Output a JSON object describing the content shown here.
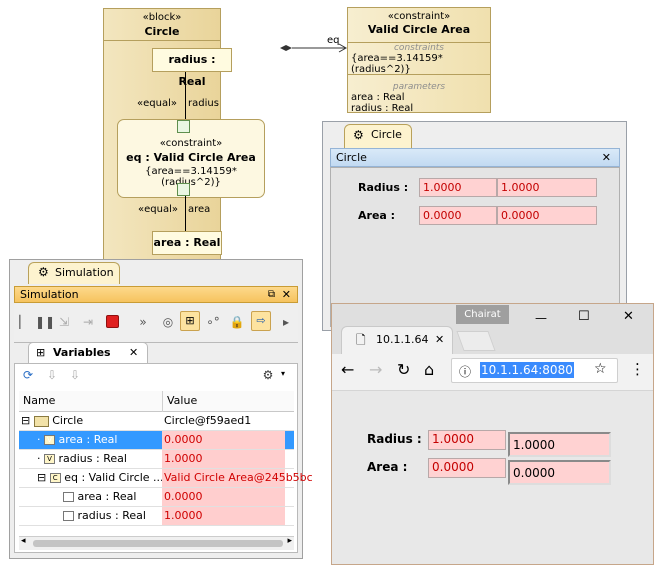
{
  "diagram": {
    "block": {
      "stereotype": "«block»",
      "name": "Circle"
    },
    "radius_part": "radius : Real",
    "area_part": "area : Real",
    "equal_top": "«equal»",
    "radius_label": "radius",
    "equal_bottom": "«equal»",
    "area_label": "area",
    "constraint_prop": {
      "stereotype": "«constraint»",
      "name": "eq : Valid Circle Area",
      "expr": "{area==3.14159*(radius^2)}"
    },
    "assoc_label": "eq",
    "constraint_block": {
      "stereotype": "«constraint»",
      "name": "Valid Circle Area",
      "constraints_heading": "constraints",
      "expr": "{area==3.14159*(radius^2)}",
      "parameters_heading": "parameters",
      "params": [
        "area : Real",
        "radius : Real"
      ]
    }
  },
  "circle_ui": {
    "tab": "Circle",
    "title": "Circle",
    "radius_label": "Radius :",
    "area_label": "Area :",
    "radius_values": [
      "1.0000",
      "1.0000"
    ],
    "area_values": [
      "0.0000",
      "0.0000"
    ]
  },
  "simulation": {
    "tab": "Simulation",
    "title": "Simulation",
    "variables_tab": "Variables",
    "col_name": "Name",
    "col_value": "Value",
    "rows": [
      {
        "name": "Circle",
        "value": "Circle@f59aed1"
      },
      {
        "name": "area : Real",
        "value": "0.0000"
      },
      {
        "name": "radius : Real",
        "value": "1.0000"
      },
      {
        "name": "eq : Valid Circle ...",
        "value": "Valid Circle Area@245b5bc"
      },
      {
        "name": "area : Real",
        "value": "0.0000"
      },
      {
        "name": "radius : Real",
        "value": "1.0000"
      }
    ]
  },
  "browser": {
    "profile": "Chairat",
    "tab_title": "10.1.1.64",
    "url": "10.1.1.64:8080",
    "radius_label": "Radius :",
    "area_label": "Area :",
    "radius_values": [
      "1.0000",
      "1.0000"
    ],
    "area_values": [
      "0.0000",
      "0.0000"
    ]
  },
  "icons": {
    "minimize": "—",
    "maximize": "☐",
    "close": "✕",
    "star": "☆",
    "menu": "⋮"
  }
}
